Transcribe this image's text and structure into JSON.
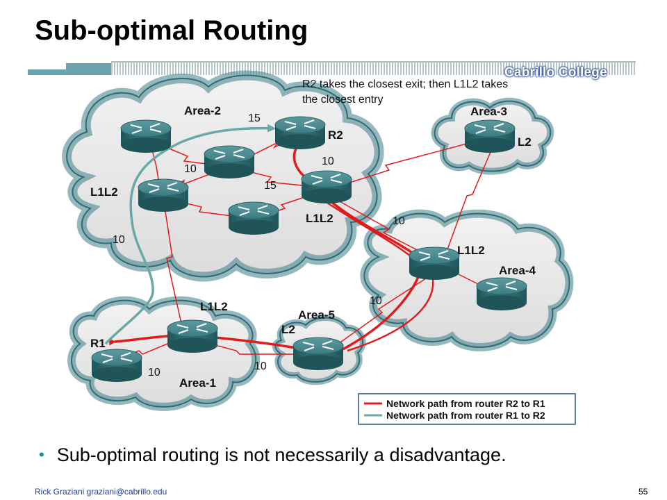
{
  "title": "Sub-optimal Routing",
  "brand": "Cabrillo College",
  "caption": [
    "R2 takes the closest exit; then L1L2 takes",
    "the closest entry"
  ],
  "areas": [
    "Area-2",
    "Area-3",
    "Area-4",
    "Area-5",
    "Area-1"
  ],
  "router_labels": {
    "r2": "R2",
    "l2_area3": "L2",
    "l1l2_area2_left": "L1L2",
    "l1l2_area2_right": "L1L2",
    "l1l2_area4": "L1L2",
    "l1l2_area1": "L1L2",
    "l2_area5": "L2",
    "r1": "R1"
  },
  "metrics": {
    "m_15_top": "15",
    "m_10_r2": "10",
    "m_10_mid": "10",
    "m_15_mid": "15",
    "m_10_area4": "10",
    "m_10_left": "10",
    "m_10_area5": "10",
    "m_10_area1_a": "10",
    "m_10_area1_b": "10"
  },
  "legend": [
    "Network path from router R2 to R1",
    "Network path from router R1 to R2"
  ],
  "colors": {
    "red_path": "#e11b1b",
    "teal_path": "#6aa8a8",
    "cloud_fill": "#e8e8e8",
    "cloud_edge": "#3c7e86",
    "router": "#2f6f74"
  },
  "bullet": "Sub-optimal routing is not necessarily a disadvantage.",
  "footer": {
    "author": "Rick Graziani  graziani@cabrillo.edu",
    "page": "55"
  }
}
